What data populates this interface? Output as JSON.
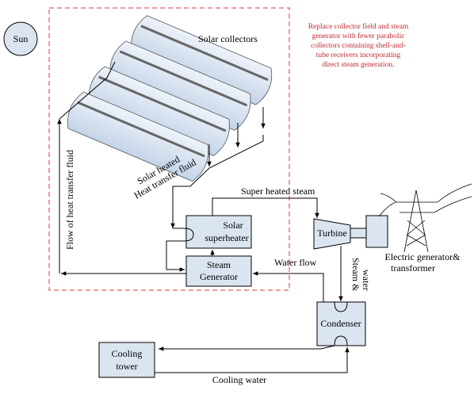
{
  "labels": {
    "sun": "Sun",
    "solar_collectors": "Solar collectors",
    "note_lines": [
      "Replace collector field and steam",
      "generator with fewer parabolic",
      "collectors containing shell-and-",
      "tube receivers incorporating",
      "direct steam generation."
    ],
    "flow_htf": "Flow of heat transfer fluid",
    "solar_heated_1": "Solar heated",
    "solar_heated_2": "Heat transfer fluid",
    "super_heated_steam": "Super heated steam",
    "turbine": "Turbine",
    "solar_superheater_1": "Solar",
    "solar_superheater_2": "superheater",
    "steam_generator_1": "Steam",
    "steam_generator_2": "Generator",
    "water_flow": "Water flow",
    "steam_and_water_1": "Steam &",
    "steam_and_water_2": "water",
    "electric_generator_1": "Electric generator&",
    "electric_generator_2": "transformer",
    "condenser": "Condenser",
    "cooling_tower_1": "Cooling",
    "cooling_tower_2": "tower",
    "cooling_water": "Cooling water"
  },
  "colors": {
    "component_fill": "#dbe5f1",
    "collector_fill": "#d6e2f0",
    "dashed_boundary": "#d9343a",
    "note_text": "#c0282e"
  },
  "icons": {
    "sun": "sun-circle",
    "collectors": "parabolic-trough-icon",
    "pylon": "transmission-tower-icon"
  }
}
